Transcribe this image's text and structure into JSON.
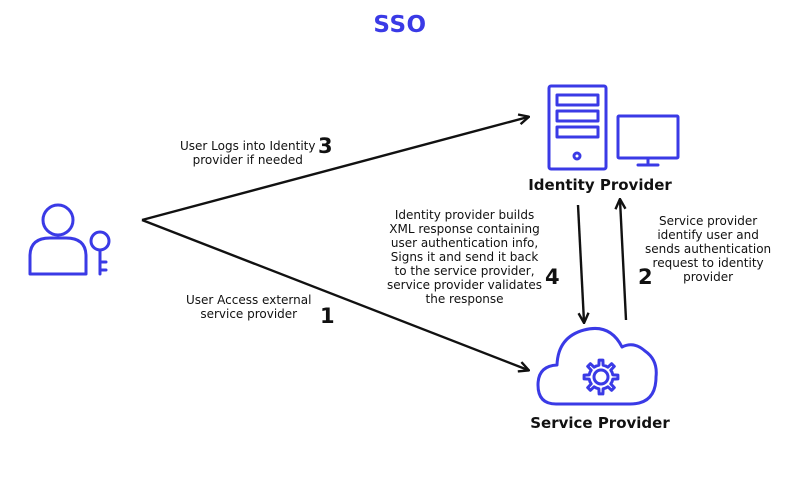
{
  "title": "SSO",
  "colors": {
    "accent": "#3a3ae6",
    "text": "#111111",
    "background": "#ffffff"
  },
  "nodes": {
    "user": {
      "icon": "user-with-key-icon"
    },
    "identity_provider": {
      "label": "Identity Provider",
      "icons": [
        "server-tower-icon",
        "monitor-icon"
      ]
    },
    "service_provider": {
      "label": "Service Provider",
      "icon": "cloud-gear-icon"
    }
  },
  "steps": [
    {
      "number": "1",
      "text_lines": [
        "User Access external",
        "service provider"
      ]
    },
    {
      "number": "2",
      "text_lines": [
        "Service provider",
        "identify user and",
        "sends authentication",
        "request to identity",
        "provider"
      ]
    },
    {
      "number": "3",
      "text_lines": [
        "User Logs into Identity",
        "provider if needed"
      ]
    },
    {
      "number": "4",
      "text_lines": [
        "Identity provider builds",
        "XML response containing",
        "user authentication info,",
        "Signs it and send it back",
        "to the service provider,",
        "service provider validates",
        "the response"
      ]
    }
  ]
}
